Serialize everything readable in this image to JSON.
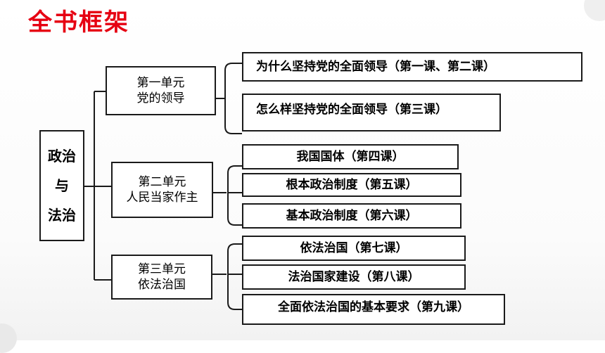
{
  "title": "全书框架",
  "root": {
    "chars": [
      "政治",
      "与",
      "法治"
    ]
  },
  "units": [
    {
      "line1": "第一单元",
      "line2": "党的领导",
      "lessons": [
        "为什么坚持党的全面领导（第一课、第二课）",
        "怎么样坚持党的全面领导（第三课）"
      ]
    },
    {
      "line1": "第二单元",
      "line2": "人民当家作主",
      "lessons": [
        "我国国体（第四课）",
        "根本政治制度（第五课）",
        "基本政治制度（第六课）"
      ]
    },
    {
      "line1": "第三单元",
      "line2": "依法治国",
      "lessons": [
        "依法治国（第七课）",
        "法治国家建设（第八课）",
        "全面依法治国的基本要求（第九课）"
      ]
    }
  ]
}
